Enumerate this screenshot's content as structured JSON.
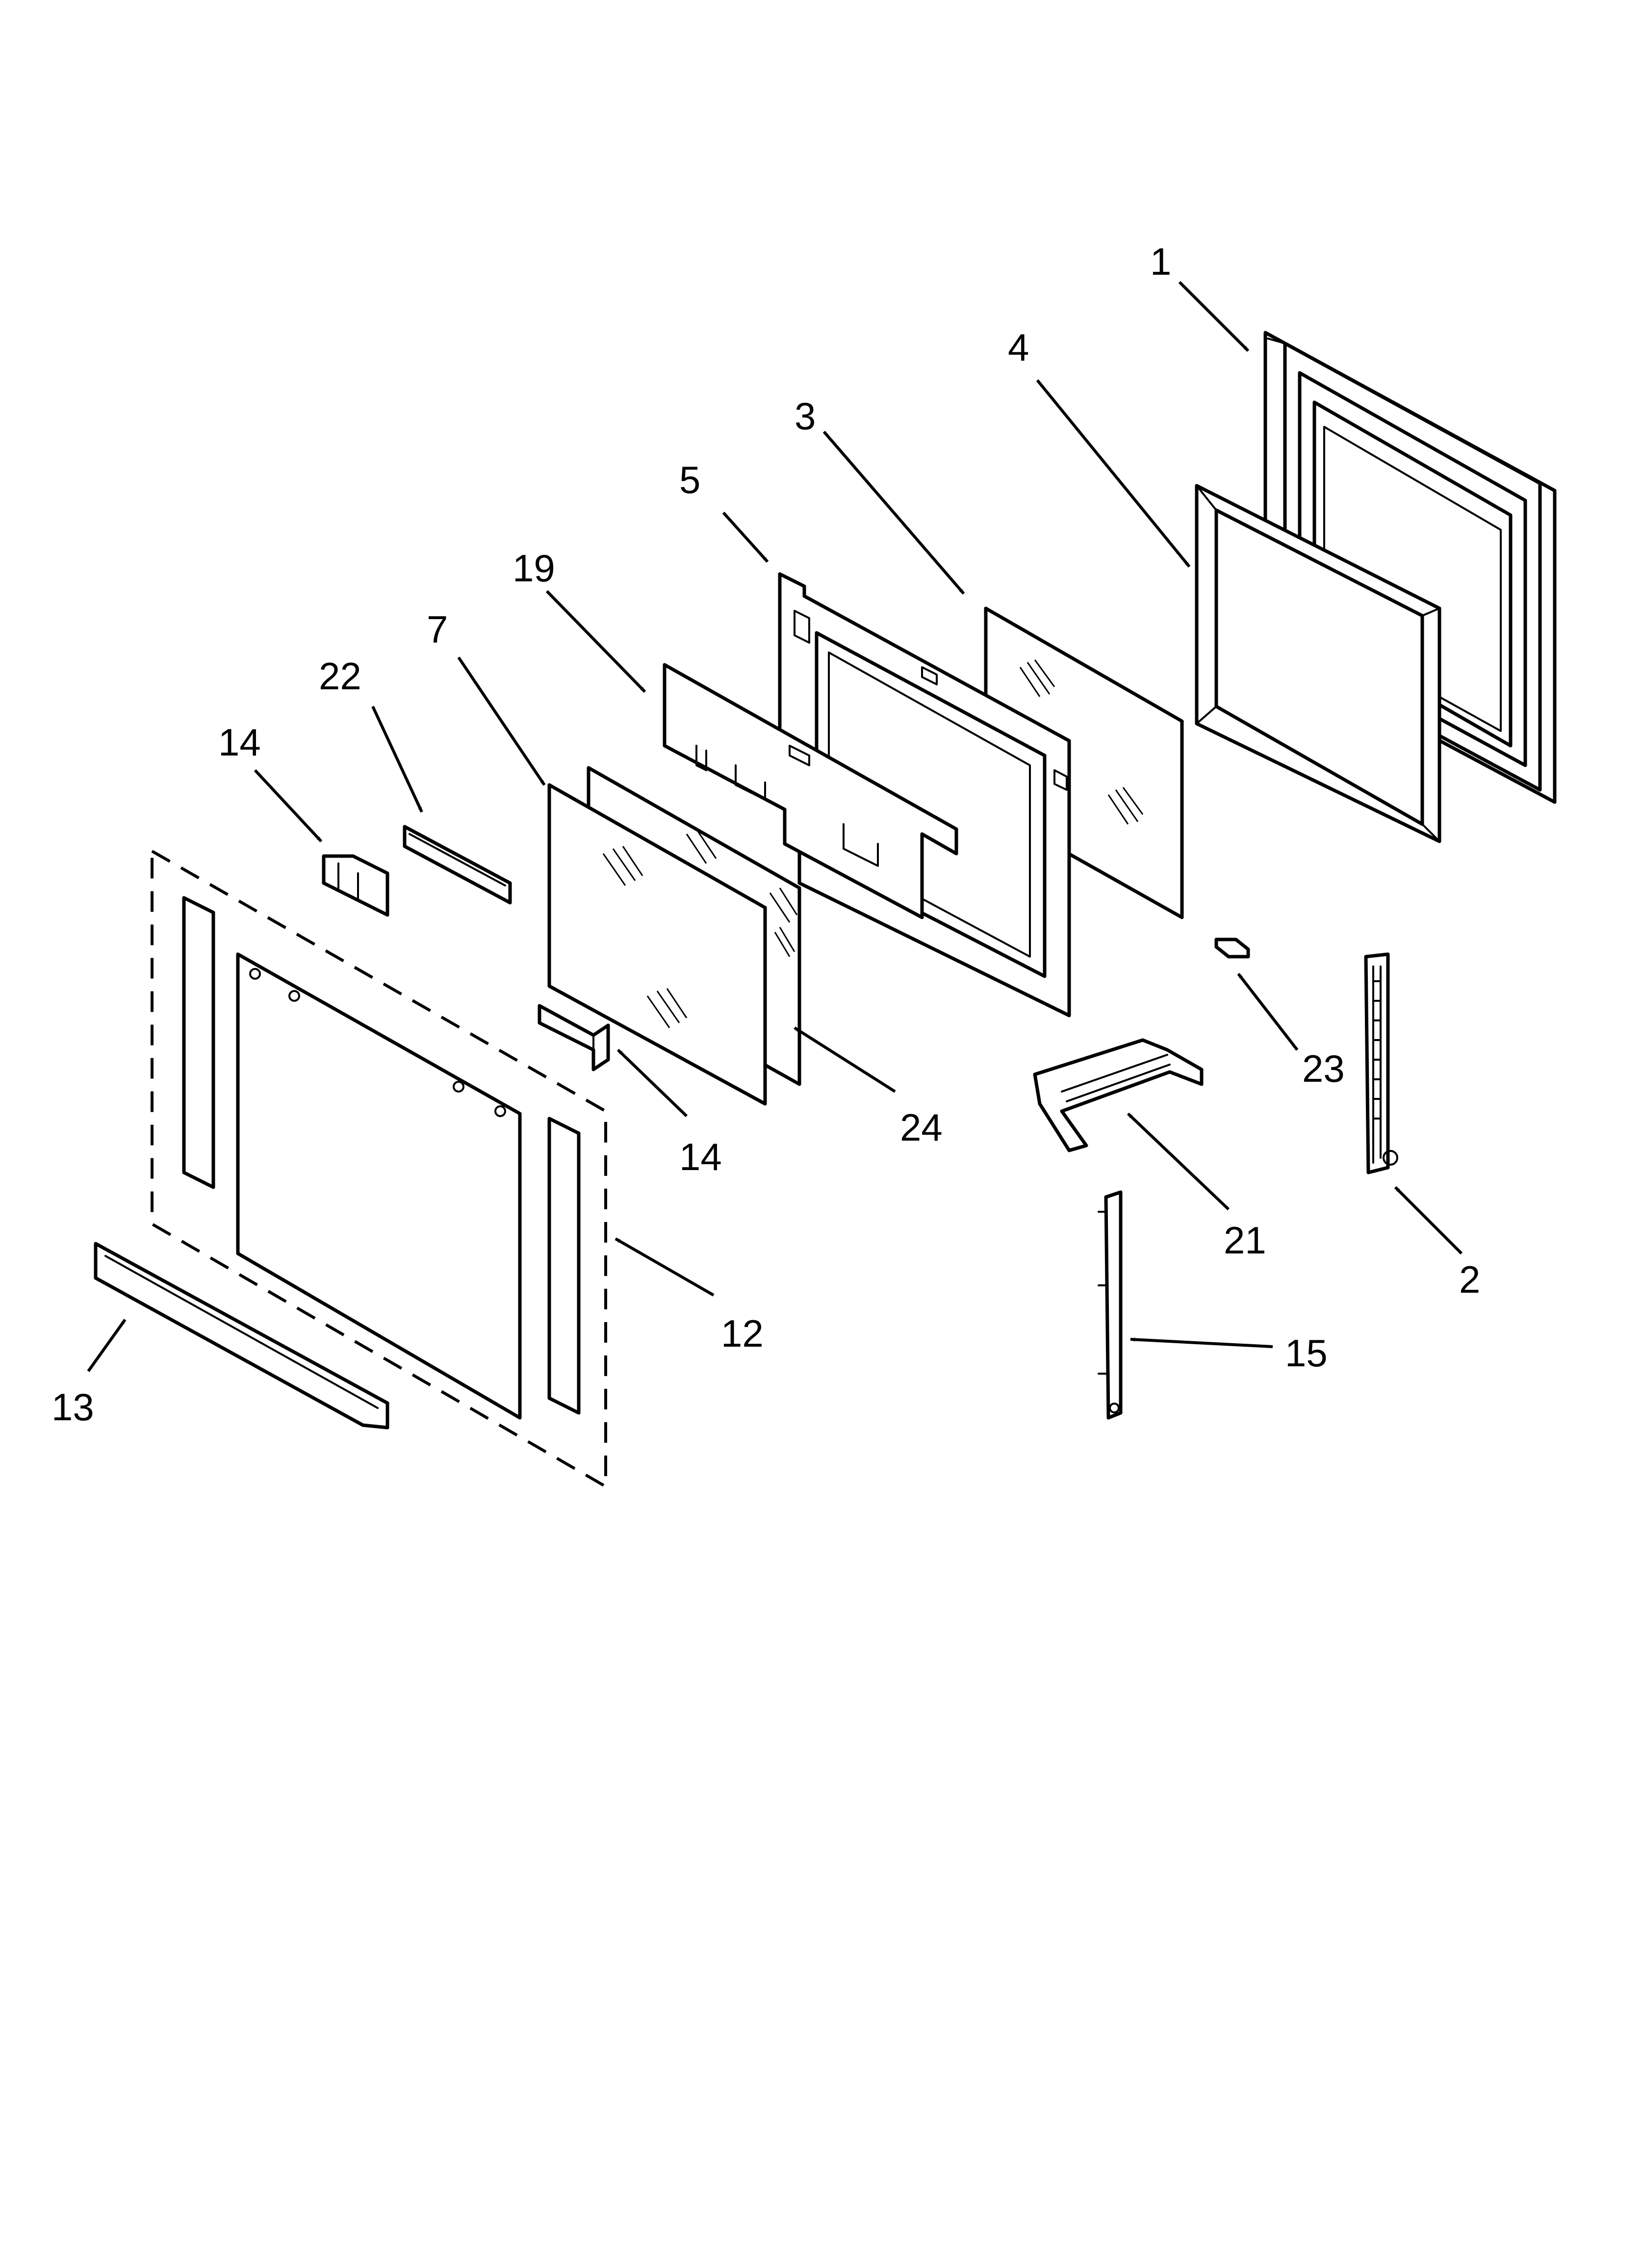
{
  "diagram": {
    "callouts": [
      "1",
      "2",
      "3",
      "4",
      "5",
      "7",
      "12",
      "13",
      "14",
      "14",
      "15",
      "19",
      "21",
      "22",
      "23",
      "24"
    ]
  }
}
